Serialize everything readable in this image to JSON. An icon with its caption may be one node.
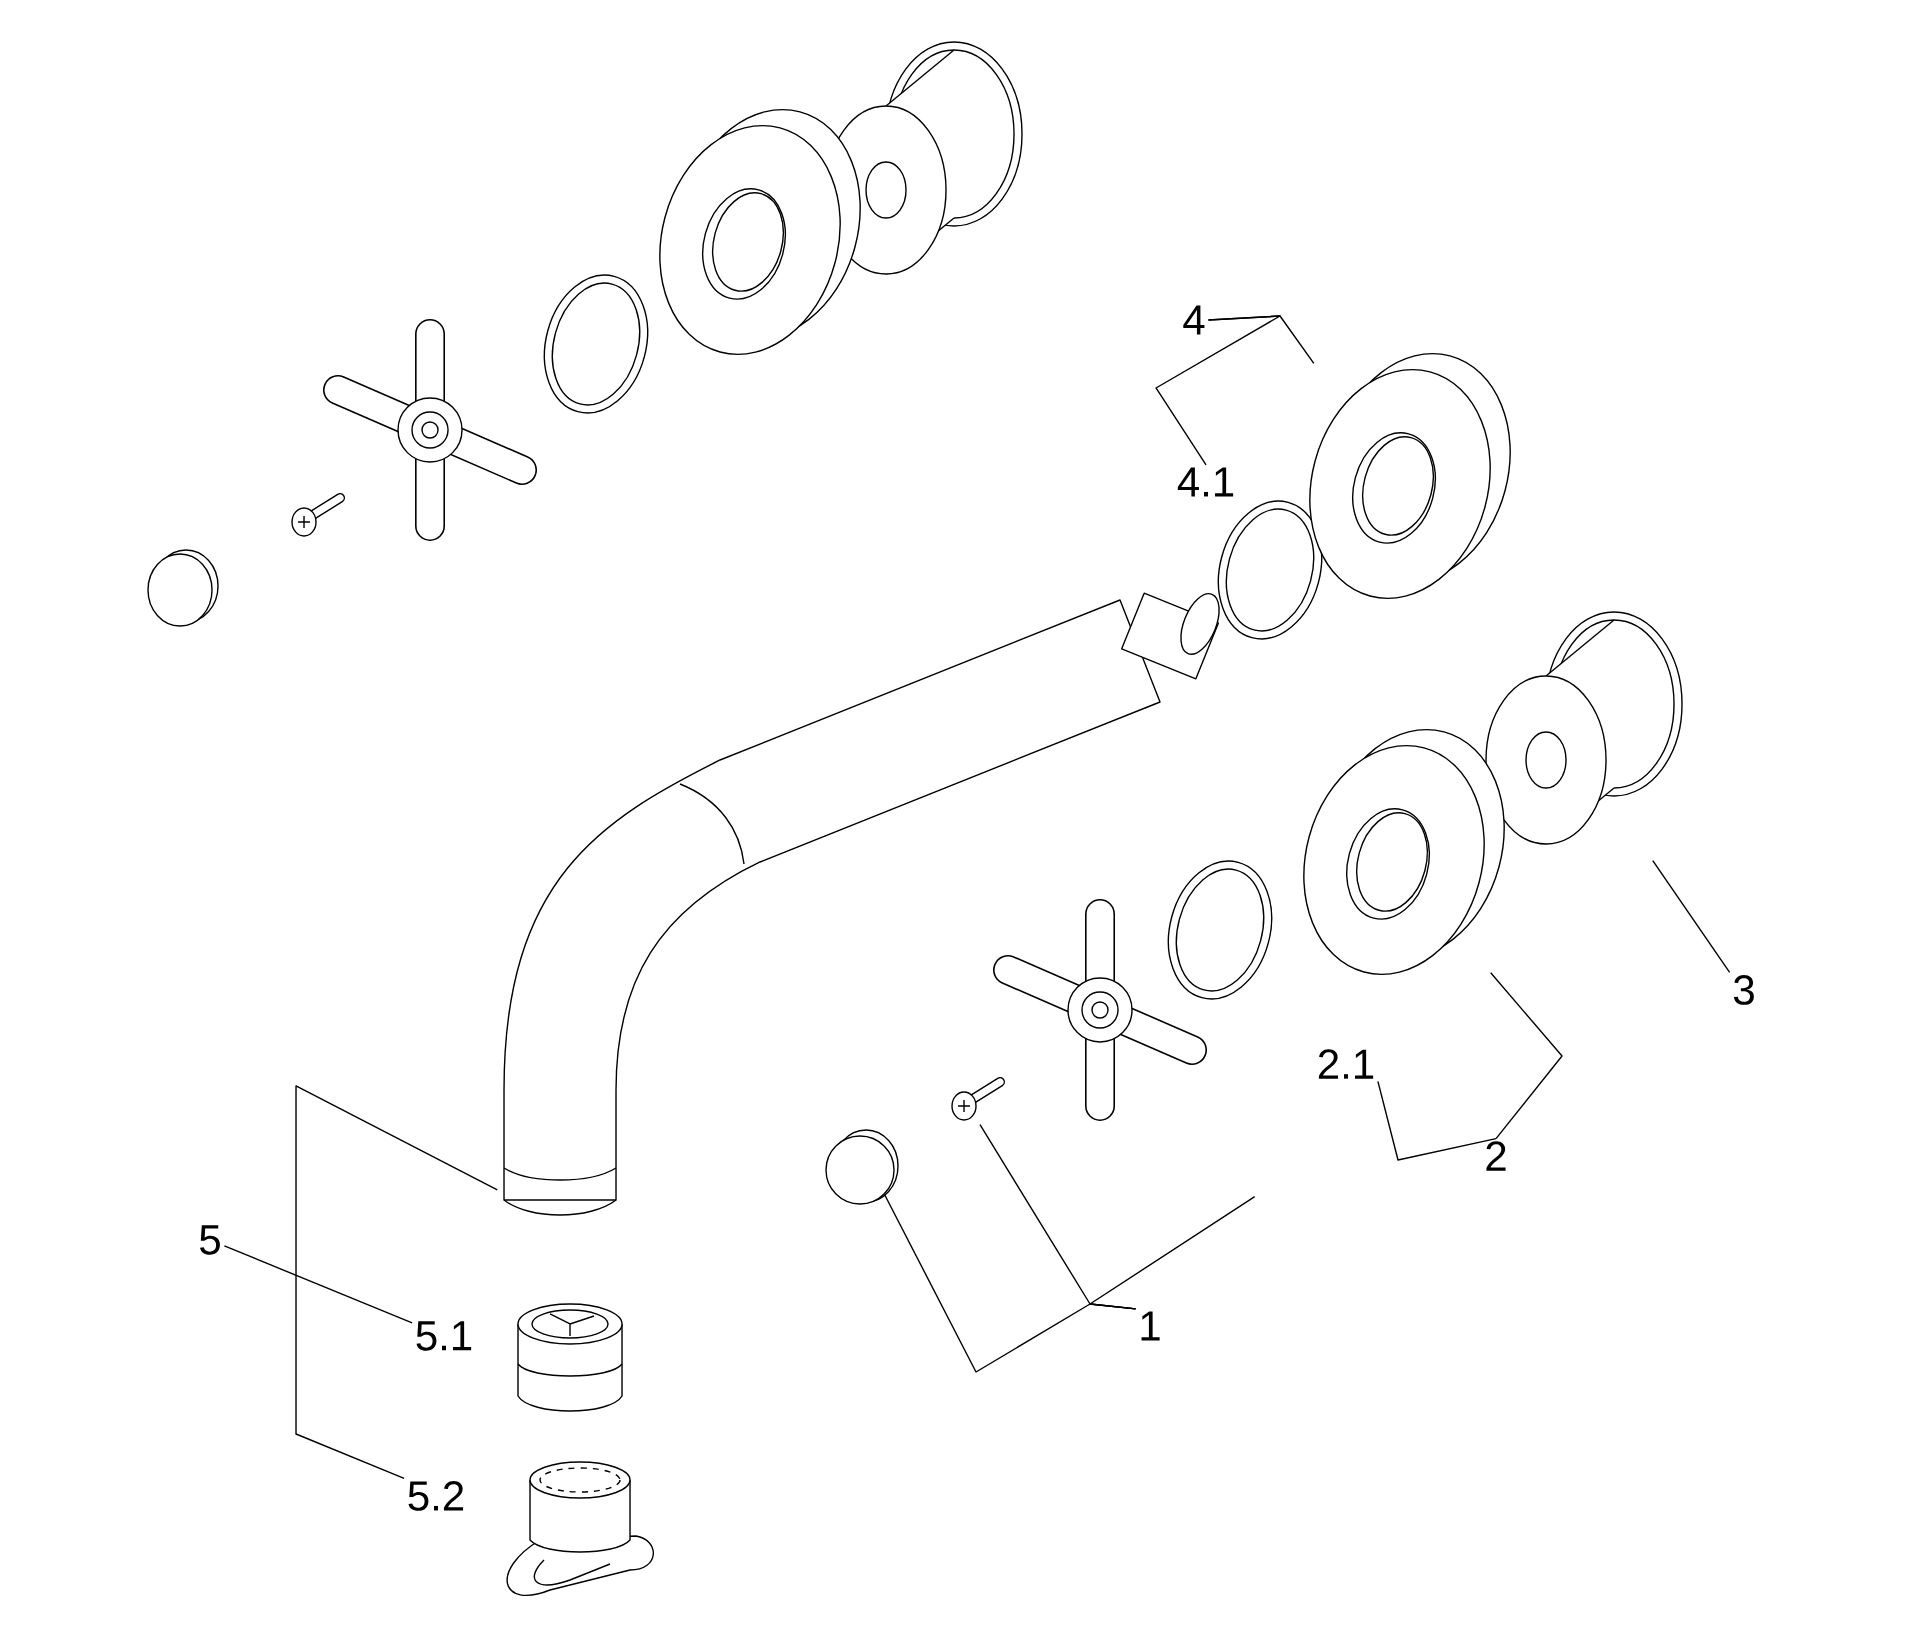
{
  "diagram": {
    "nodes": [
      {
        "text": [
          "4"
        ]
      },
      {
        "text": [
          "4.1"
        ]
      },
      {
        "text": [],
        "shape": "picture"
      },
      {
        "text": [
          "3"
        ]
      },
      {
        "text": [],
        "shape": "picture"
      },
      {
        "text": [
          "2.1"
        ]
      },
      {
        "text": [
          "2"
        ]
      },
      {
        "text": [],
        "shape": "picture"
      },
      {
        "text": [
          "1"
        ]
      },
      {
        "text": [],
        "shape": "circle"
      },
      {
        "text": [],
        "shape": "picture"
      },
      {
        "text": [],
        "shape": "picture"
      },
      {
        "text": [
          "5"
        ]
      },
      {
        "text": [
          "5.1"
        ]
      },
      {
        "text": [
          "5.2"
        ]
      },
      {
        "text": [],
        "shape": "picture"
      }
    ],
    "edges": [
      {
        "from": 0,
        "to": 2,
        "arrow": "none"
      },
      {
        "from": 0,
        "to": 1,
        "arrow": "none"
      },
      {
        "from": 3,
        "to": 4,
        "arrow": "none"
      },
      {
        "from": 6,
        "to": 7,
        "arrow": "none"
      },
      {
        "from": 6,
        "to": 5,
        "arrow": "none"
      },
      {
        "from": 8,
        "to": 9,
        "arrow": "none"
      },
      {
        "from": 8,
        "to": 10,
        "arrow": "none"
      },
      {
        "from": 8,
        "to": 11,
        "arrow": "none"
      },
      {
        "from": 12,
        "to": 13,
        "arrow": "none"
      },
      {
        "from": 14,
        "to": 15,
        "arrow": "none"
      }
    ]
  }
}
